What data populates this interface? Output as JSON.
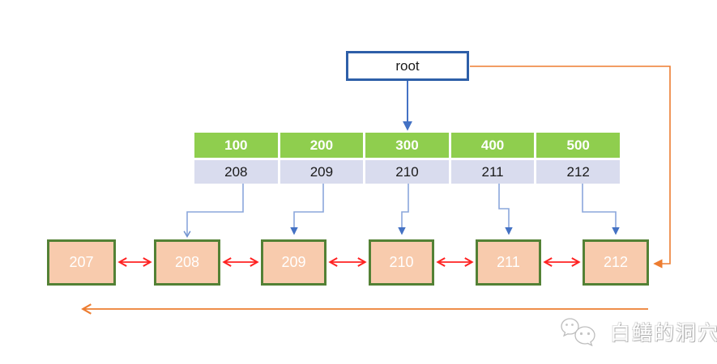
{
  "diagram": {
    "root_node": {
      "label": "root"
    },
    "index_row": {
      "keys": [
        "100",
        "200",
        "300",
        "400",
        "500"
      ],
      "pointers": [
        "208",
        "209",
        "210",
        "211",
        "212"
      ]
    },
    "leaf_list": {
      "nodes": [
        "207",
        "208",
        "209",
        "210",
        "211",
        "212"
      ]
    },
    "watermark": {
      "text": "白鳝的洞穴",
      "icon": "wechat-chat-bubbles-icon"
    },
    "colors": {
      "key_cell_green": "#8FCE4E",
      "pointer_cell_lavender": "#D9DCEE",
      "leaf_fill_peach": "#F8CBAD",
      "leaf_border_green": "#538135",
      "root_border_blue": "#2E5FA8",
      "blue_arrow": "#4472C4",
      "blue_connector_light": "#8BA7DC",
      "orange_line": "#ED7D31",
      "red_arrow": "#FF2222"
    }
  }
}
